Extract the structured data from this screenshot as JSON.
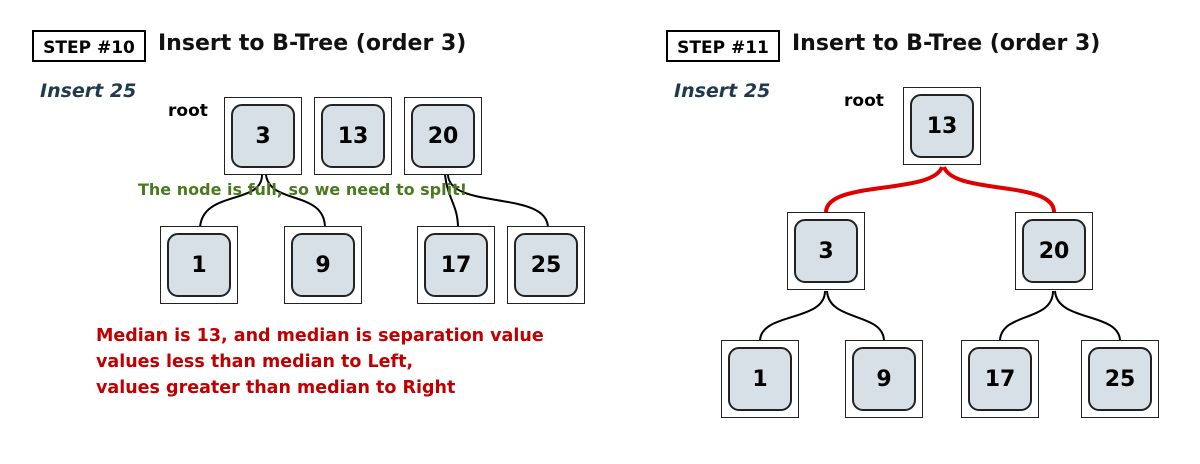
{
  "left_panel": {
    "step_label": "STEP #10",
    "title": "Insert to B-Tree (order 3)",
    "subtitle": "Insert 25",
    "root_label": "root",
    "root_keys": [
      "3",
      "13",
      "20"
    ],
    "leaf_keys": [
      "1",
      "9",
      "17",
      "25"
    ],
    "split_note": "The node is full, so we need to split!",
    "median_notes": [
      "Median is 13, and median is separation value",
      "values less than median to Left,",
      "values greater than median to Right"
    ]
  },
  "right_panel": {
    "step_label": "STEP #11",
    "title": "Insert to B-Tree (order 3)",
    "subtitle": "Insert 25",
    "root_label": "root",
    "root_key": "13",
    "internal_keys": [
      "3",
      "20"
    ],
    "leaf_keys": [
      "1",
      "9",
      "17",
      "25"
    ]
  },
  "colors": {
    "key_fill": "#d6e0e6",
    "split_note": "#4a7a1f",
    "median_notes": "#c00000",
    "subtitle": "#1f3a4d",
    "highlight_edge": "#e00000"
  }
}
